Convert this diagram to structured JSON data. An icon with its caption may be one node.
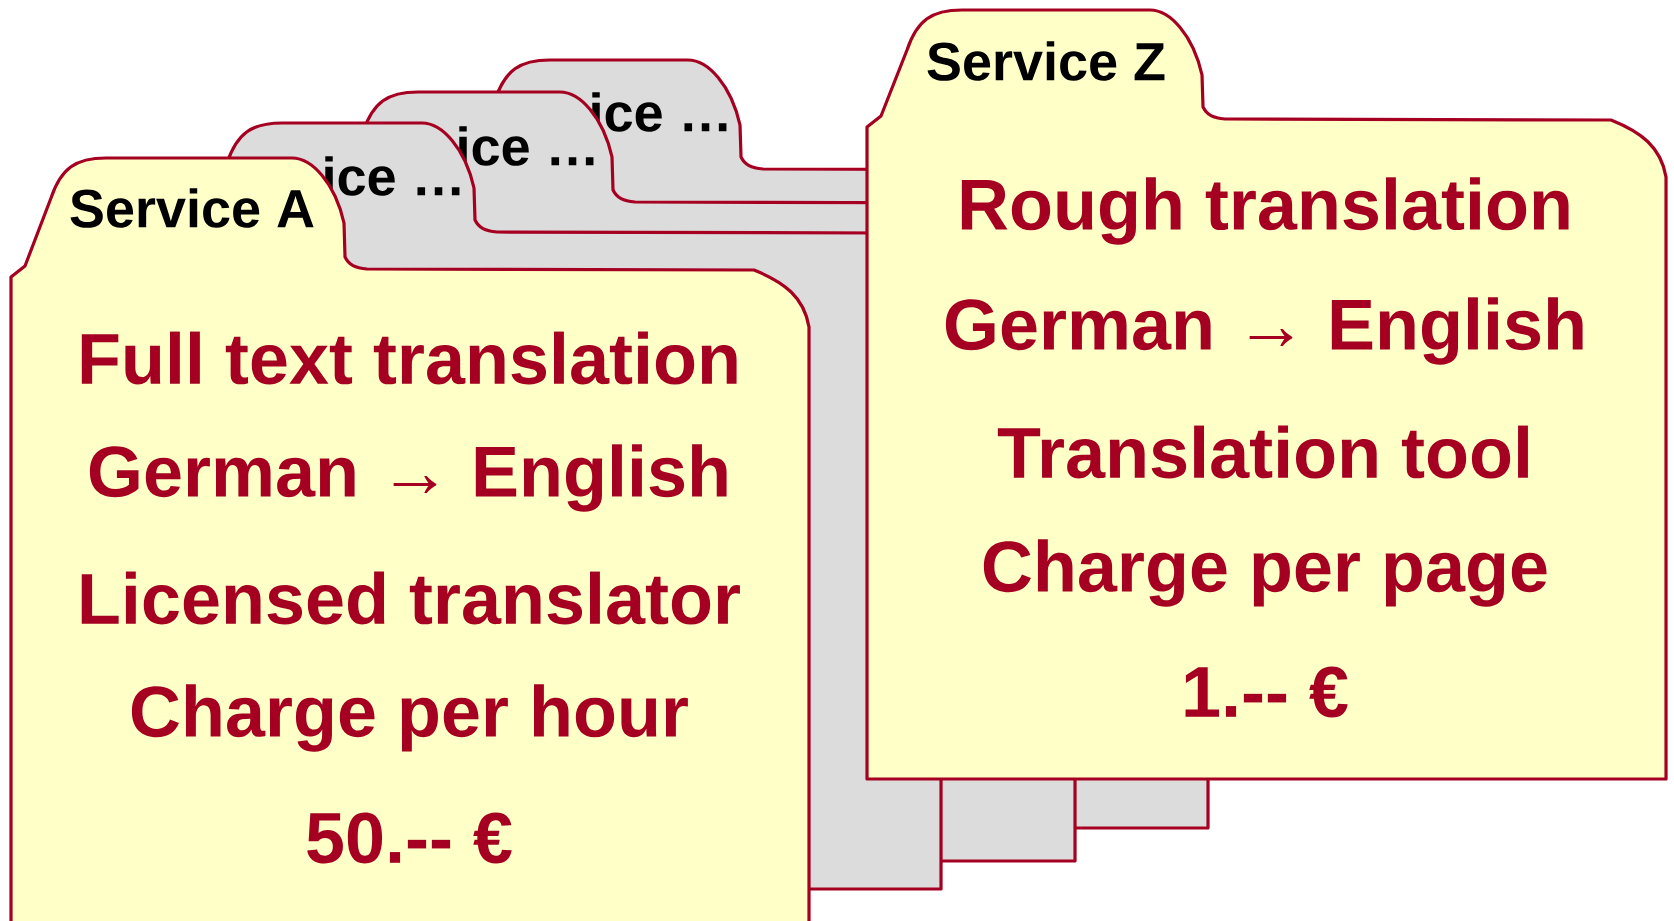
{
  "diagram": {
    "nodes": [
      {
        "text": [
          "Service A",
          "Full text translation",
          "German → English",
          "Licensed translator",
          "Charge per hour",
          "50.-- €"
        ]
      },
      {
        "text": [
          "ice …"
        ]
      },
      {
        "text": [
          "ice …"
        ]
      },
      {
        "text": [
          "ice …"
        ]
      },
      {
        "text": [
          "Service Z",
          "Rough translation",
          "German → English",
          "Translation tool",
          "Charge per page",
          "1.-- €"
        ]
      }
    ]
  }
}
